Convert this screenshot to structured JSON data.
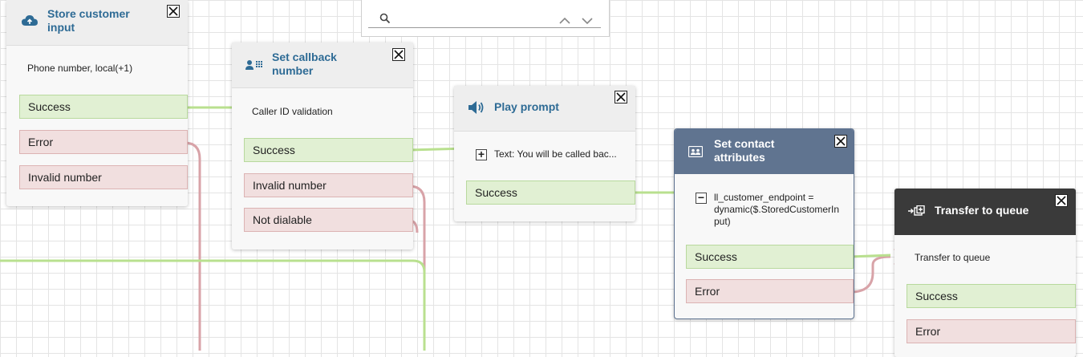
{
  "search": {
    "value": "",
    "placeholder": ""
  },
  "blocks": {
    "store_customer_input": {
      "title_line1": "Store customer",
      "title_line2": "input",
      "body": "Phone number, local(+1)",
      "branches": [
        "Success",
        "Error",
        "Invalid number"
      ]
    },
    "set_callback_number": {
      "title_line1": "Set callback",
      "title_line2": "number",
      "body": "Caller ID validation",
      "branches": [
        "Success",
        "Invalid number",
        "Not dialable"
      ]
    },
    "play_prompt": {
      "title": "Play prompt",
      "body": "Text: You will be called bac...",
      "branches": [
        "Success"
      ]
    },
    "set_contact_attributes": {
      "title_line1": "Set contact",
      "title_line2": "attributes",
      "body_line1": "ll_customer_endpoint =",
      "body_line2": "dynamic($.StoredCustomerIn",
      "body_line3": "put)",
      "branches": [
        "Success",
        "Error"
      ]
    },
    "transfer_to_queue": {
      "title": "Transfer to queue",
      "body": "Transfer to queue",
      "branches": [
        "Success",
        "Error"
      ]
    }
  },
  "colors": {
    "success_wire": "#b9e08f",
    "error_wire": "#d8a3a8",
    "input_wire": "#8a8a8a",
    "title_text": "#2e6b95",
    "selected_header": "#607490",
    "terminal_header": "#3a3a3a"
  }
}
